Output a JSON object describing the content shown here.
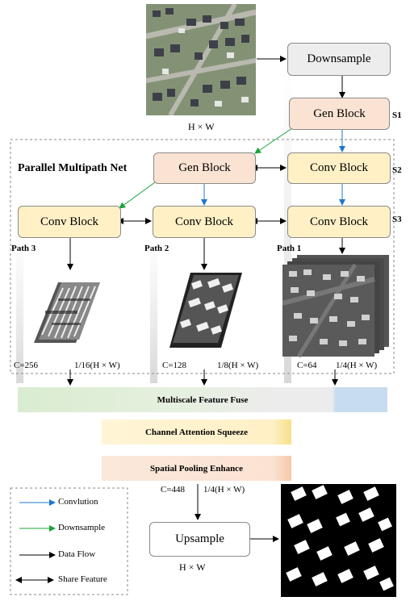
{
  "downsample_label": "Downsample",
  "upsample_label": "Upsample",
  "gen_block_label": "Gen Block",
  "conv_block_label": "Conv Block",
  "input_size": "H × W",
  "output_size": "H × W",
  "net_title": "Parallel Multipath Net",
  "stages": [
    "S1",
    "S2",
    "S3"
  ],
  "paths": [
    "Path 3",
    "Path 2",
    "Path 1"
  ],
  "features": [
    {
      "channels": "C=256",
      "size": "1/16(H × W)"
    },
    {
      "channels": "C=128",
      "size": "1/8(H × W)"
    },
    {
      "channels": "C=64",
      "size": "1/4(H × W)"
    }
  ],
  "fuse_label": "Multiscale Feature Fuse",
  "attention_label": "Channel Attention Squeeze",
  "pooling_label": "Spatial Pooling Enhance",
  "fused": {
    "channels": "C=448",
    "size": "1/4(H × W)"
  },
  "legend": {
    "convolution": "Convlution",
    "downsample": "Downsample",
    "data_flow": "Data Flow",
    "share_feature": "Share Feature"
  },
  "colors": {
    "convolution_arrow": "#1f78c8",
    "downsample_arrow": "#1aa33a",
    "gen_block_fill": "#fbe3d3",
    "conv_block_fill": "#fff0c6",
    "fuse_green": "#d9ecd0",
    "fuse_blue": "#c8dcf0",
    "attention_fill": "#fff0c6",
    "pooling_fill": "#fbe3d3"
  }
}
